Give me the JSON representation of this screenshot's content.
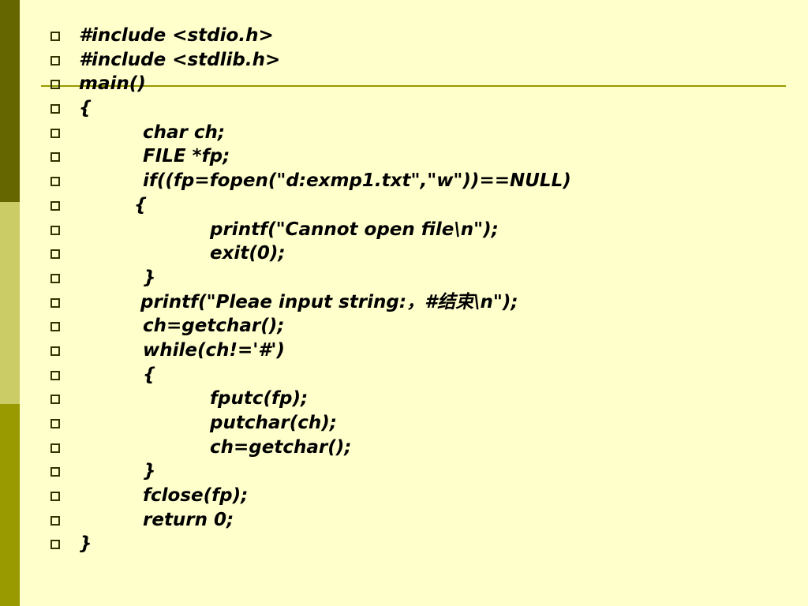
{
  "theme": {
    "background": "#ffffcc",
    "sidebar_top": "#666600",
    "sidebar_mid": "#cccc66",
    "sidebar_bottom": "#999900",
    "rule": "#999900",
    "bullet": "#333300"
  },
  "code_lines": [
    "#include <stdio.h>",
    "#include <stdlib.h>",
    "main()",
    "{",
    "char ch;",
    "FILE *fp;",
    "if((fp=fopen(\"d:exmp1.txt\",\"w\"))==NULL)",
    "{",
    "printf(\"Cannot open file\\n\");",
    "exit(0);",
    "}",
    "printf(\"Pleae input string:，#结束\\n\");",
    "ch=getchar();",
    "while(ch!='#')",
    "{",
    "fputc(fp);",
    "putchar(ch);",
    "ch=getchar();",
    "}",
    "fclose(fp);",
    "return 0;",
    "}"
  ]
}
